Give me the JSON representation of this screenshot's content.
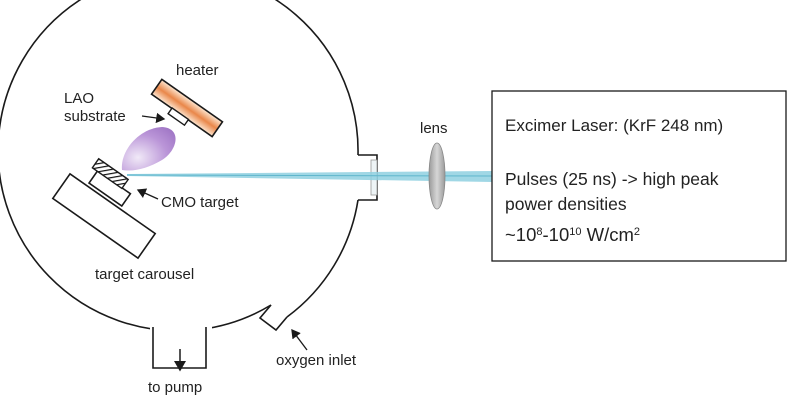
{
  "labels": {
    "heater": "heater",
    "lao_line1": "LAO",
    "lao_line2": "substrate",
    "cmo_target": "CMO target",
    "target_carousel": "target carousel",
    "to_pump": "to pump",
    "oxygen_inlet": "oxygen inlet",
    "lens": "lens"
  },
  "laser_box": {
    "title": "Excimer Laser: (KrF 248 nm)",
    "line1": "Pulses (25 ns) -> high peak",
    "line2": "power densities",
    "density": {
      "prefix": "~10",
      "exp1": "8",
      "mid": "-10",
      "exp2": "10",
      "unit": " W/cm",
      "exp3": "2"
    }
  },
  "colors": {
    "outline": "#1a1a1a",
    "laser_beam": "#8fd0e0",
    "plume": "#a77cc9",
    "heater_glow": "#e9874a",
    "lens": "#a8a8a8"
  }
}
